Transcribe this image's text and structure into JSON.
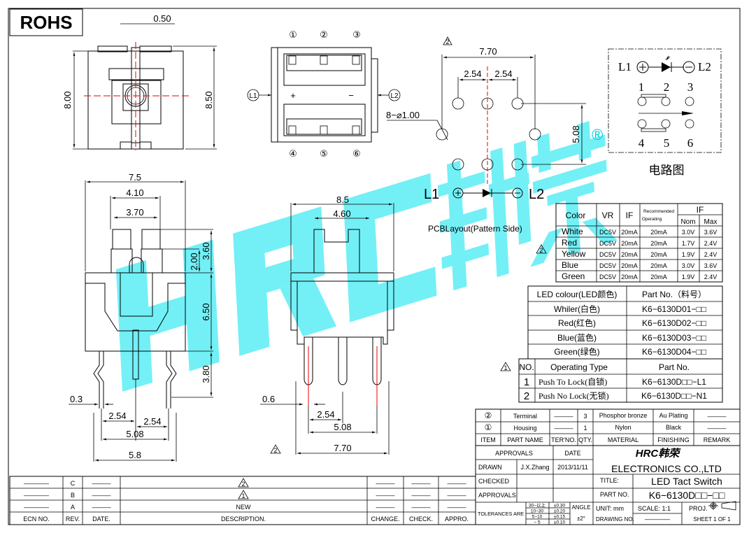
{
  "rohs": "ROHS",
  "top_view": {
    "d_050": "0.50",
    "d_800": "8.00",
    "d_850": "8.50"
  },
  "pin_view": {
    "pins": [
      "①",
      "②",
      "③",
      "④",
      "⑤",
      "⑥"
    ],
    "l1": "L1",
    "l2": "L2",
    "plus": "+",
    "minus": "−"
  },
  "front_view": {
    "d_75": "7.5",
    "d_410": "4.10",
    "d_370": "3.70",
    "d_360": "3.60",
    "d_200": "2.00",
    "d_650": "6.50",
    "d_380": "3.80",
    "d_03": "0.3",
    "d_254a": "2.54",
    "d_254b": "2.54",
    "d_508": "5.08",
    "d_58": "5.8"
  },
  "side_view": {
    "d_85": "8.5",
    "d_460": "4.60",
    "d_06": "0.6",
    "d_254": "2.54",
    "d_508": "5.08",
    "d_770": "7.70",
    "rev_mark": "2"
  },
  "pcb": {
    "rev_mark": "2",
    "d_770": "7.70",
    "d_254a": "2.54",
    "d_254b": "2.54",
    "holes": "8−⌀1.00",
    "d_508": "5.08",
    "l1": "L1",
    "l2": "L2",
    "caption": "PCBLayout(Pattern Side)",
    "registered": "®"
  },
  "circuit": {
    "l1": "L1",
    "l2": "L2",
    "top_pins": [
      "1",
      "2",
      "3"
    ],
    "bottom_pins": [
      "4",
      "5",
      "6"
    ],
    "caption": "电路图"
  },
  "watermark": {
    "logo": "HRC",
    "cn": "韩荣"
  },
  "led_spec": {
    "rev_mark": "2",
    "headers": {
      "color": "Color",
      "vr": "VR",
      "if": "IF",
      "rec1": "Recommended",
      "rec2": "Operating",
      "if2": "IF",
      "nom": "Nom",
      "max": "Max"
    },
    "rows": [
      {
        "color": "White",
        "vr": "DC5V",
        "if": "20mA",
        "rec": "20mA",
        "nom": "3.0V",
        "max": "3.6V"
      },
      {
        "color": "Red",
        "vr": "DC5V",
        "if": "20mA",
        "rec": "20mA",
        "nom": "1.7V",
        "max": "2.4V"
      },
      {
        "color": "Yellow",
        "vr": "DC5V",
        "if": "20mA",
        "rec": "20mA",
        "nom": "1.9V",
        "max": "2.4V"
      },
      {
        "color": "Blue",
        "vr": "DC5V",
        "if": "20mA",
        "rec": "20mA",
        "nom": "3.0V",
        "max": "3.6V"
      },
      {
        "color": "Green",
        "vr": "DC5V",
        "if": "20mA",
        "rec": "20mA",
        "nom": "1.9V",
        "max": "2.4V"
      }
    ]
  },
  "led_parts": {
    "headers": {
      "colour": "LED  colour(LED颜色)",
      "part": "Part  No.（料号）"
    },
    "rows": [
      {
        "colour": "Whiler(白色)",
        "part": "K6−6130D01−□□"
      },
      {
        "colour": "Red(红色)",
        "part": "K6−6130D02−□□"
      },
      {
        "colour": "Blue(蓝色)",
        "part": "K6−6130D03−□□"
      },
      {
        "colour": "Green(绿色)",
        "part": "K6−6130D04−□□"
      }
    ]
  },
  "operating": {
    "rev_mark": "1",
    "headers": {
      "no": "NO.",
      "type": "Operating  Type",
      "part": "Part  No."
    },
    "rows": [
      {
        "no": "1",
        "type": "Push To Lock(自锁)",
        "part": "K6−6130D□□−L1"
      },
      {
        "no": "2",
        "type": "Push No Lock(无锁)",
        "part": "K6−6130D□□−N1"
      }
    ]
  },
  "bom": {
    "rows": [
      {
        "item": "②",
        "name": "Terminal",
        "ter": "———",
        "qty": "3",
        "material": "Phosphor  bronze",
        "finishing": "Au  Plating",
        "remark": "———"
      },
      {
        "item": "①",
        "name": "Housing",
        "ter": "———",
        "qty": "1",
        "material": "Nylon",
        "finishing": "Black",
        "remark": "———"
      }
    ],
    "headers": {
      "item": "ITEM",
      "name": "PART  NAME",
      "ter": "TER'NO.",
      "qty": "QTY.",
      "material": "MATERIAL",
      "finishing": "FINISHING",
      "remark": "REMARK"
    }
  },
  "title_block": {
    "approvals": "APPROVALS",
    "date": "DATE",
    "drawn": "DRAWN",
    "drawn_by": "J.X.Zhang",
    "drawn_date": "2013/11/11",
    "checked": "CHECKED",
    "approvals2": "APPROVALS",
    "tolerances": "TOLERANCES  ARE",
    "tol_ranges": [
      "30~以上",
      "10~30",
      "5~10",
      "~ 5"
    ],
    "tol_values": [
      "±0.30",
      "±0.20",
      "±0.15",
      "±0.10"
    ],
    "angle": "ANGLE",
    "angle_value": "±2°",
    "logo": "HRC韩荣",
    "company": "ELECTRONICS  CO.,LTD",
    "title_label": "TITLE:",
    "title": "LED  Tact  Switch",
    "part_label": "PART  NO.",
    "part_no": "K6−6130D□□−□□",
    "unit": "UNIT:  mm",
    "scale": "SCALE:    1:1",
    "proj": "PROJ.",
    "drawing_no_label": "DRAWING  NO.",
    "drawing_no": "————",
    "sheet": "SHEET    1  OF  1"
  },
  "revisions": {
    "rows": [
      {
        "ecn": "————",
        "rev": "C",
        "date": "———",
        "desc": "2",
        "change": "———",
        "check": "———",
        "appro": "———"
      },
      {
        "ecn": "————",
        "rev": "B",
        "date": "———",
        "desc": "1",
        "change": "———",
        "check": "———",
        "appro": "———"
      },
      {
        "ecn": "————",
        "rev": "A",
        "date": "———",
        "desc": "NEW",
        "change": "———",
        "check": "———",
        "appro": "———"
      }
    ],
    "headers": {
      "ecn": "ECN  NO.",
      "rev": "REV.",
      "date": "DATE.",
      "desc": "DESCRIPTION.",
      "change": "CHANGE.",
      "check": "CHECK.",
      "appro": "APPRO."
    }
  }
}
